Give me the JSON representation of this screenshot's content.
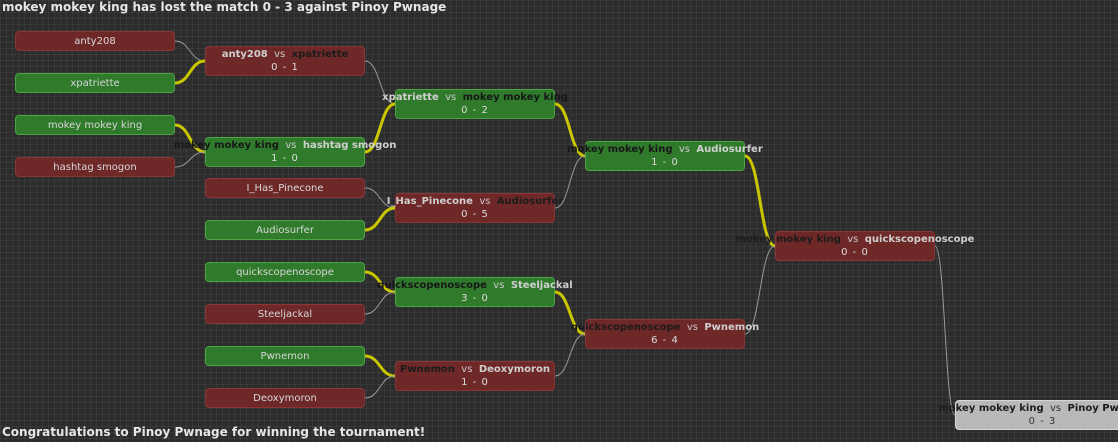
{
  "header": {
    "message": "mokey mokey king has lost the match 0 - 3 against Pinoy Pwnage"
  },
  "footer": {
    "message": "Congratulations to Pinoy Pwnage for winning the tournament!"
  },
  "vs_label": "vs",
  "colors": {
    "win": "#2f7a2b",
    "lose": "#6e2828",
    "winner_line": "#c9c600",
    "loser_line": "#9a9a9a"
  },
  "players": [
    {
      "name": "anty208",
      "result": "lose"
    },
    {
      "name": "xpatriette",
      "result": "win"
    },
    {
      "name": "mokey mokey king",
      "result": "win"
    },
    {
      "name": "hashtag smogon",
      "result": "lose"
    },
    {
      "name": "I_Has_Pinecone",
      "result": "lose"
    },
    {
      "name": "Audiosurfer",
      "result": "win"
    },
    {
      "name": "quickscopenoscope",
      "result": "win"
    },
    {
      "name": "Steeljackal",
      "result": "lose"
    },
    {
      "name": "Pwnemon",
      "result": "win"
    },
    {
      "name": "Deoxymoron",
      "result": "lose"
    }
  ],
  "matches": [
    {
      "round": 1,
      "p1": "anty208",
      "p2": "xpatriette",
      "score": "0 - 1",
      "winner": "xpatriette",
      "result": "lose"
    },
    {
      "round": 1,
      "p1": "mokey mokey king",
      "p2": "hashtag smogon",
      "score": "1 - 0",
      "winner": "mokey mokey king",
      "result": "win"
    },
    {
      "round": 1,
      "p1": "I_Has_Pinecone",
      "p2": "Audiosurfer",
      "score": "0 - 5",
      "winner": "Audiosurfer",
      "result": "lose"
    },
    {
      "round": 1,
      "p1": "quickscopenoscope",
      "p2": "Steeljackal",
      "score": "3 - 0",
      "winner": "quickscopenoscope",
      "result": "win"
    },
    {
      "round": 1,
      "p1": "Pwnemon",
      "p2": "Deoxymoron",
      "score": "1 - 0",
      "winner": "Pwnemon",
      "result": "lose"
    },
    {
      "round": 2,
      "p1": "xpatriette",
      "p2": "mokey mokey king",
      "score": "0 - 2",
      "winner": "mokey mokey king",
      "result": "win"
    },
    {
      "round": 3,
      "p1": "mokey mokey king",
      "p2": "Audiosurfer",
      "score": "1 - 0",
      "winner": "mokey mokey king",
      "result": "win"
    },
    {
      "round": 3,
      "p1": "quickscopenoscope",
      "p2": "Pwnemon",
      "score": "6 - 4",
      "winner": "quickscopenoscope",
      "result": "lose"
    },
    {
      "round": 4,
      "p1": "mokey mokey king",
      "p2": "quickscopenoscope",
      "score": "0 - 0",
      "winner": "mokey mokey king",
      "result": "lose"
    },
    {
      "round": 5,
      "p1": "mokey mokey king",
      "p2": "Pinoy Pwnage",
      "score": "0 - 3",
      "winner": "Pinoy Pwnage",
      "result": "final"
    }
  ]
}
